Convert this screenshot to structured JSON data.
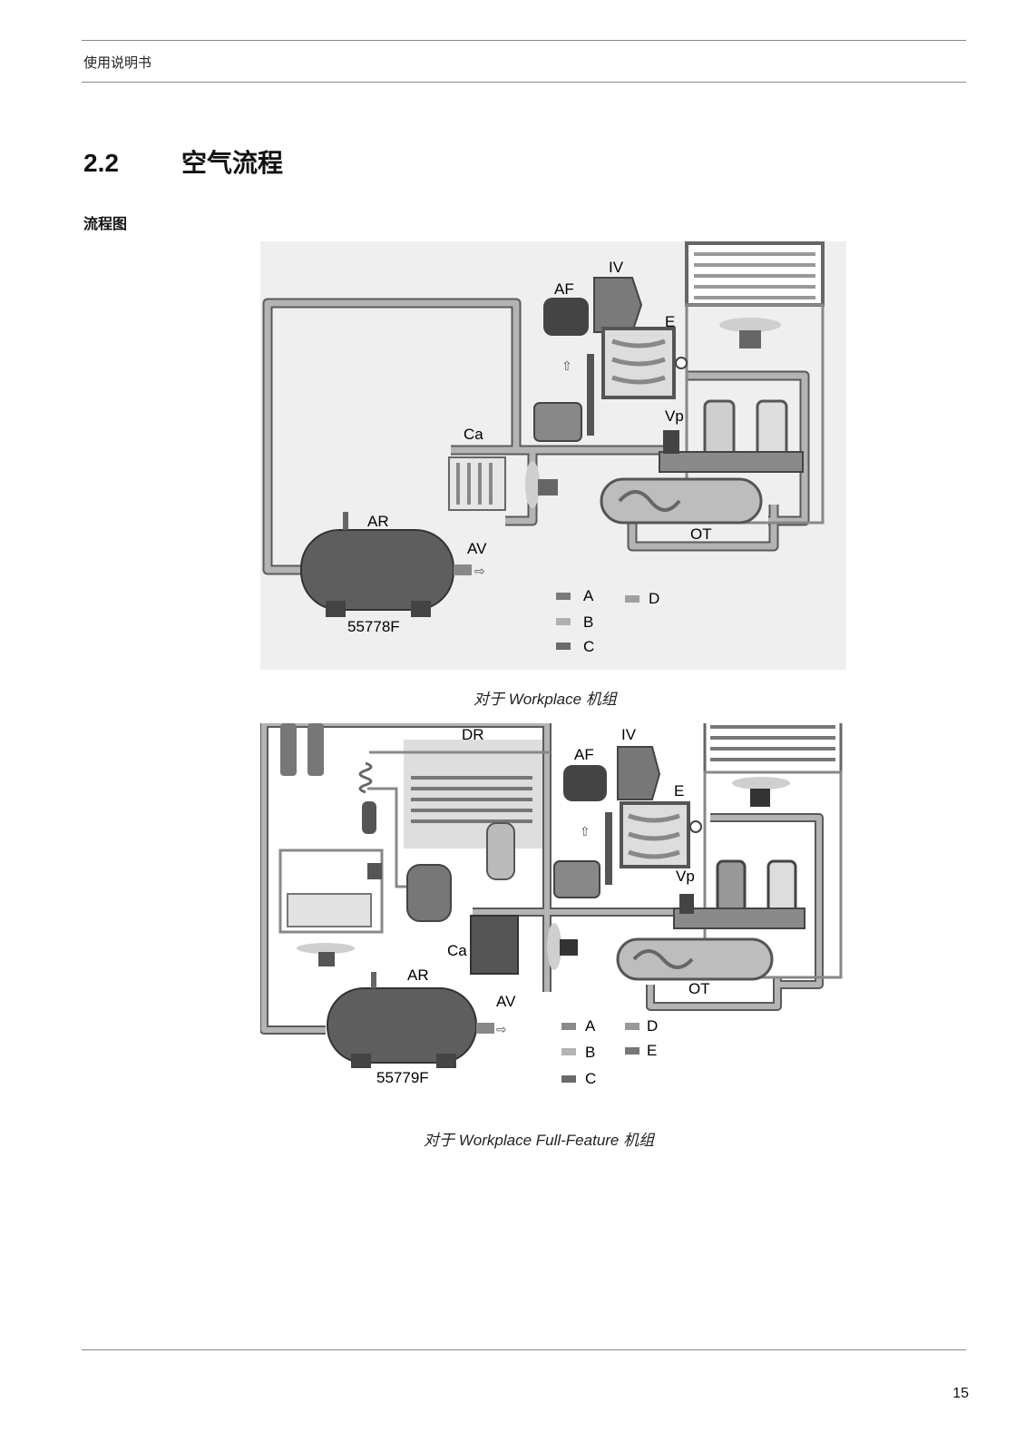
{
  "header": {
    "manual_title": "使用说明书"
  },
  "section": {
    "number": "2.2",
    "title": "空气流程"
  },
  "subheading": "流程图",
  "figure1": {
    "labels": {
      "af": "AF",
      "iv": "IV",
      "e": "E",
      "vp": "Vp",
      "ca": "Ca",
      "ar": "AR",
      "av": "AV",
      "ot": "OT"
    },
    "drawing_number": "55778F",
    "legend": [
      "A",
      "B",
      "C",
      "D"
    ],
    "caption": "对于 Workplace 机组"
  },
  "figure2": {
    "labels": {
      "dr": "DR",
      "af": "AF",
      "iv": "IV",
      "e": "E",
      "vp": "Vp",
      "ca": "Ca",
      "ar": "AR",
      "av": "AV",
      "ot": "OT"
    },
    "drawing_number": "55779F",
    "legend": [
      "A",
      "B",
      "C",
      "D",
      "E"
    ],
    "caption": "对于 Workplace Full-Feature 机组"
  },
  "footer": {
    "page_number": "15"
  },
  "colors": {
    "pipe": "#9a9a9a",
    "pipe_outline": "#5a5a5a",
    "tank": "#5e5e5e",
    "panel": "#efefef",
    "legend_swatch": "#888888"
  }
}
